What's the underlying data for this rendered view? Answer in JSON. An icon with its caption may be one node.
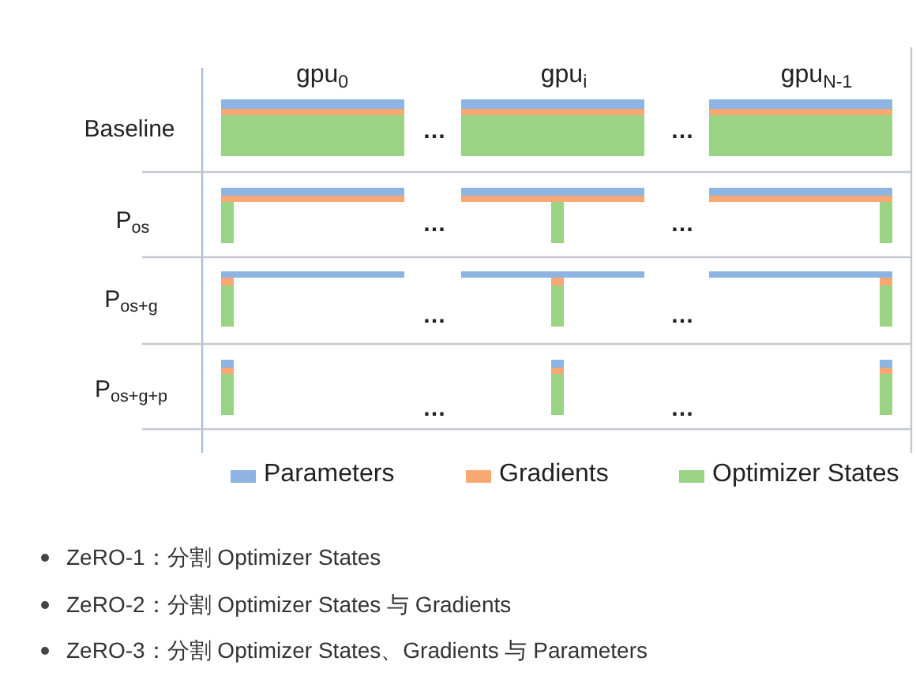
{
  "diagram": {
    "labels": [
      "gpu$_{0}$",
      "gpu$_{i}$",
      "gpu$_{N-1}$",
      "Baseline",
      "…",
      "…",
      "P$_{os}$",
      "…",
      "…",
      "P$_{os+g}$",
      "…",
      "…",
      "P$_{os+g+p}$",
      "…",
      "…",
      "ZeRO-1：分割 Optimizer States",
      "ZeRO-2：分割 Optimizer States 与 Gradients",
      "ZeRO-3：分割 Optimizer States、Gradients 与 Parameters"
    ],
    "legend": [
      {
        "text": "Parameters",
        "color": "#8db4e2"
      },
      {
        "text": "Gradients",
        "color": "#f9a874"
      },
      {
        "text": "Optimizer States",
        "color": "#9ad384"
      }
    ]
  }
}
